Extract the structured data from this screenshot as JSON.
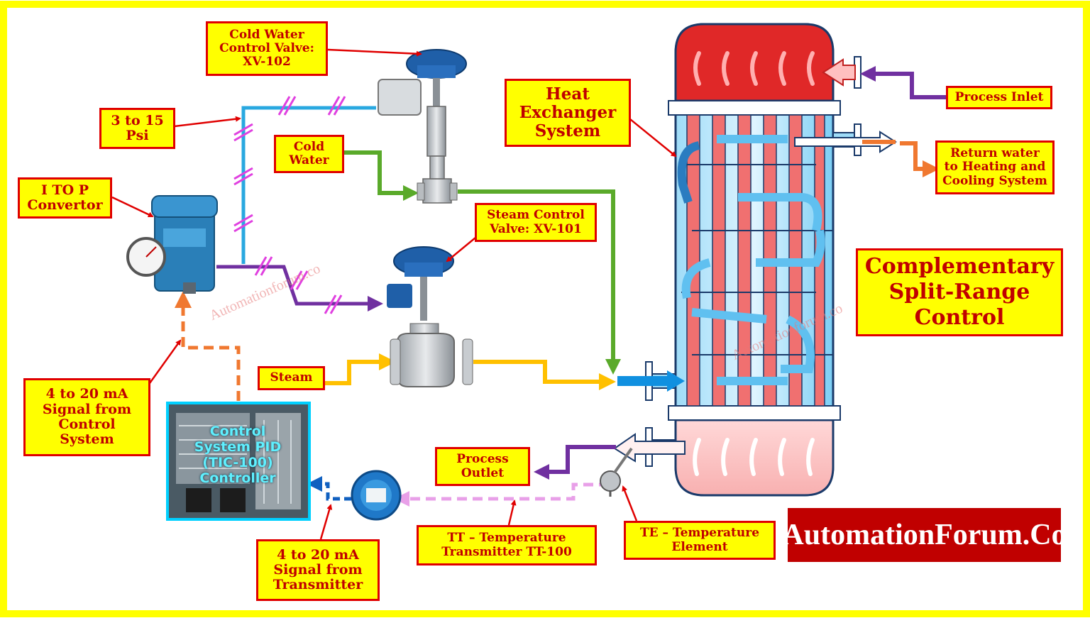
{
  "labels": {
    "cold_water_valve": "Cold Water\nControl Valve:\nXV-102",
    "psi": "3 to 15\nPsi",
    "cold_water": "Cold\nWater",
    "i_to_p": "I TO P\nConvertor",
    "steam_valve": "Steam Control\nValve: XV-101",
    "steam": "Steam",
    "signal_from_control": "4 to 20 mA\nSignal from\nControl\nSystem",
    "process_outlet": "Process\nOutlet",
    "tt": "TT – Temperature\nTransmitter TT-100",
    "te": "TE – Temperature\nElement",
    "signal_from_transmitter": "4 to 20 mA\nSignal from\nTransmitter",
    "heat_exchanger": "Heat\nExchanger\nSystem",
    "process_inlet": "Process Inlet",
    "return_water": "Return water\nto Heating and\nCooling System"
  },
  "title": "Complementary\nSplit-Range\nControl",
  "controller_text": "Control\nSystem PID\n(TIC-100)\nController",
  "brand": "AutomationForum.Co",
  "watermark": "Automationforum.co",
  "colors": {
    "frame": "#ffff00",
    "label_fill": "#ffff00",
    "label_border": "#e00000",
    "label_text": "#c00000",
    "pneumatic_line": "#29a8e0",
    "signal_line": "#7030a0",
    "cold_water_line": "#5aaa2a",
    "steam_line": "#ffc000",
    "return_line": "#f07830",
    "mA_dashed": "#f07830",
    "tt_dashed": "#e8a0e8",
    "hash_marks": "#e040e0",
    "brand_bg": "#c00000"
  }
}
